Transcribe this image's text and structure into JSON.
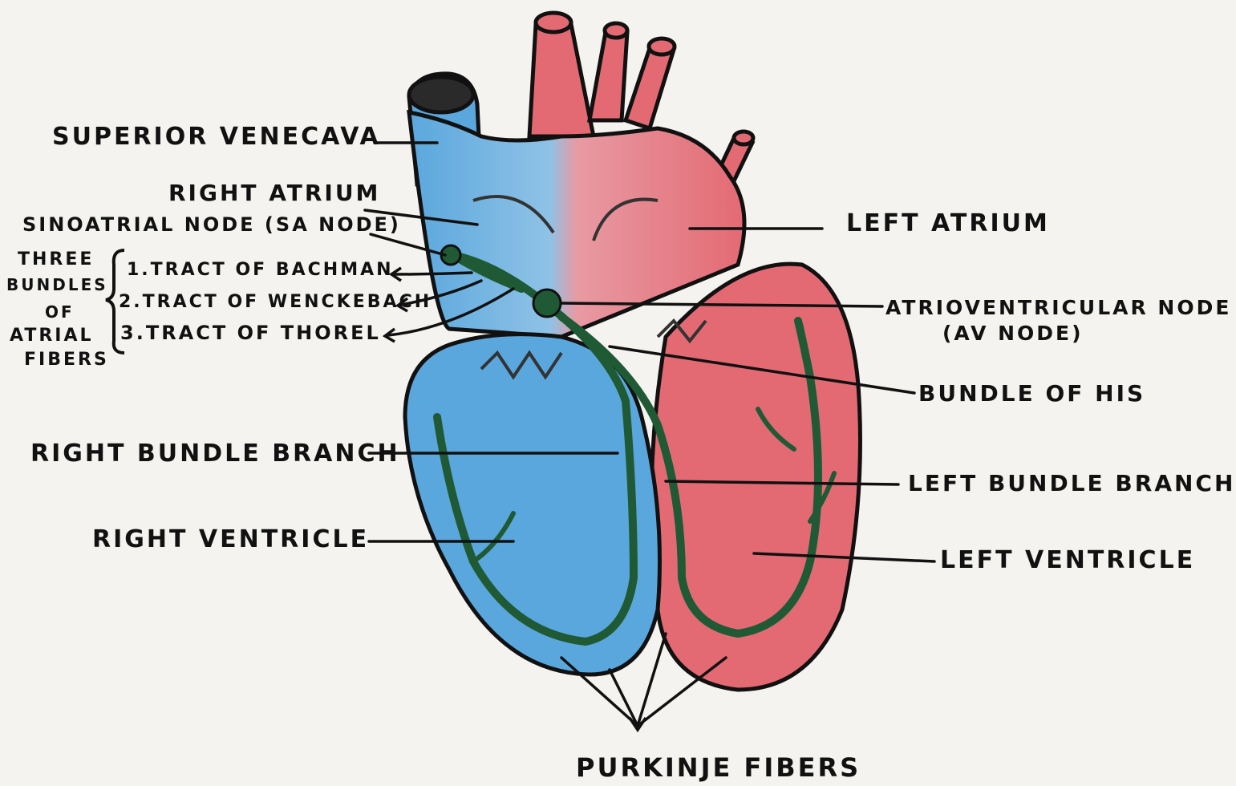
{
  "labels": {
    "superior_vena_cava": "SUPERIOR VENECAVA",
    "right_atrium": "RIGHT ATRIUM",
    "sa_node": "SINOATRIAL NODE (SA NODE)",
    "three_bundles": [
      "THREE",
      "BUNDLES",
      "OF",
      "ATRIAL",
      "FIBERS"
    ],
    "tract_1": "1.TRACT OF BACHMAN",
    "tract_2": "2.TRACT OF WENCKEBACH",
    "tract_3": "3.TRACT OF THOREL",
    "left_atrium": "LEFT ATRIUM",
    "av_node_line1": "ATRIOVENTRICULAR NODE",
    "av_node_line2": "(AV NODE)",
    "bundle_of_his": "BUNDLE OF HIS",
    "right_bundle_branch": "RIGHT BUNDLE BRANCH",
    "left_bundle_branch": "LEFT BUNDLE BRANCH",
    "right_ventricle": "RIGHT VENTRICLE",
    "left_ventricle": "LEFT VENTRICLE",
    "purkinje_fibers": "PURKINJE FIBERS"
  },
  "colors": {
    "deoxygenated": "#5aa7dd",
    "oxygenated": "#e36a73",
    "conduction": "#1f5a35",
    "outline": "#111111"
  }
}
